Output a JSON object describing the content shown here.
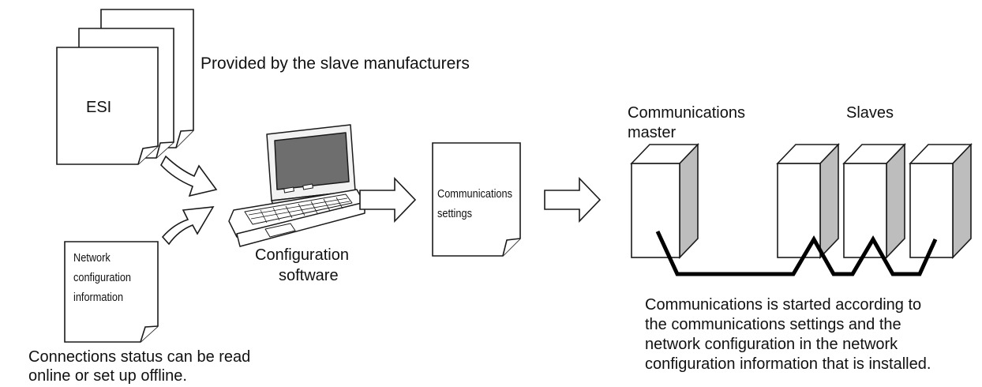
{
  "diagram": {
    "esi_label": "ESI",
    "provided_note": "Provided by the slave manufacturers",
    "network_doc_lines": [
      "Network",
      "configuration",
      "information"
    ],
    "software_caption_lines": [
      "Configuration",
      "software"
    ],
    "settings_doc_lines": [
      "Communications",
      "settings"
    ],
    "master_label_lines": [
      "Communications",
      "master"
    ],
    "slaves_label": "Slaves",
    "offline_note_lines": [
      "Connections status can be read",
      "online or set up offline."
    ],
    "started_note_lines": [
      "Communications is started according to",
      "the communications settings and the",
      "network configuration in the network",
      "configuration information that is installed."
    ]
  },
  "colors": {
    "line": "#1a1a1a",
    "cube_side": "#bdbdbd",
    "screen": "#6e6e6e",
    "cable": "#000000"
  }
}
